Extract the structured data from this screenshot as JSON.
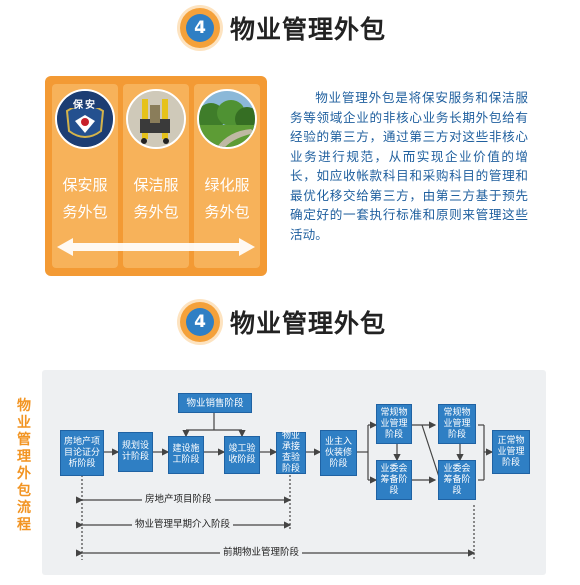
{
  "section1": {
    "number": "4",
    "title": "物业管理外包"
  },
  "services": [
    {
      "badge_text": "保安",
      "label_line1": "保安服",
      "label_line2": "务外包"
    },
    {
      "label_line1": "保洁服",
      "label_line2": "务外包"
    },
    {
      "label_line1": "绿化服",
      "label_line2": "务外包"
    }
  ],
  "description": "物业管理外包是将保安服务和保洁服务等领域企业的非核心业务长期外包给有经验的第三方，通过第三方对这些非核心业务进行规范，从而实现企业价值的增长，如应收帐款科目和采购科目的管理和最优化移交给第三方，由第三方基于预先确定好的一套执行标准和原则来管理这些活动。",
  "section2": {
    "number": "4",
    "title": "物业管理外包"
  },
  "flow": {
    "side_title": [
      "物",
      "业",
      "管",
      "理",
      "外",
      "包",
      "流",
      "程"
    ],
    "steps": {
      "s1": "房地产项目论证分析阶段",
      "s2": "规划设计阶段",
      "s3": "建设施工阶段",
      "s4": "竣工验收阶段",
      "s5": "物业承接查验阶段",
      "s6": "业主入伙装修阶段",
      "s7": "常规物业管理阶段",
      "s8": "业委会筹备阶段",
      "s9": "常规物业管理阶段",
      "s10": "业委会筹备阶段",
      "s11": "正常物业管理阶段",
      "top": "物业销售阶段"
    },
    "phases": {
      "p1": "房地产项目阶段",
      "p2": "物业管理早期介入阶段",
      "p3": "前期物业管理阶段"
    }
  }
}
